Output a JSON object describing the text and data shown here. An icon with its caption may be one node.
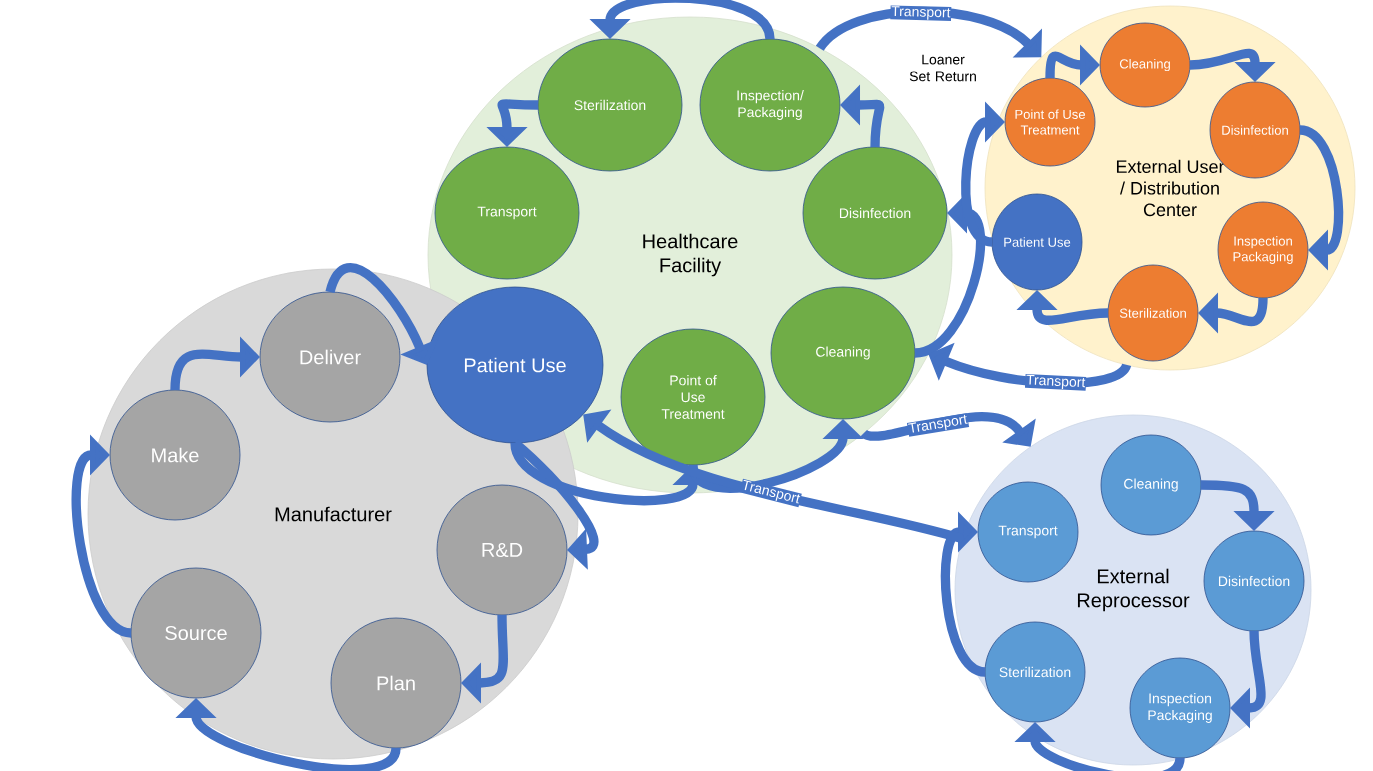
{
  "diagram": {
    "nodes": [
      {
        "text": [
          "Healthcare Facility"
        ]
      },
      {
        "text": [
          "Sterilization"
        ],
        "in": 0
      },
      {
        "text": [
          "Inspection/ Packaging"
        ],
        "in": 0
      },
      {
        "text": [
          "Transport"
        ],
        "in": 0
      },
      {
        "text": [
          "Disinfection"
        ],
        "in": 0
      },
      {
        "text": [
          "Patient Use"
        ],
        "in": 0
      },
      {
        "text": [
          "Cleaning"
        ],
        "in": 0
      },
      {
        "text": [
          "Point of Use Treatment"
        ],
        "in": 0
      },
      {
        "text": [
          "External User / Distribution Center"
        ]
      },
      {
        "text": [
          "Cleaning"
        ],
        "in": 8
      },
      {
        "text": [
          "Point of Use Treatment"
        ],
        "in": 8
      },
      {
        "text": [
          "Disinfection"
        ],
        "in": 8
      },
      {
        "text": [
          "Patient Use"
        ],
        "in": 8
      },
      {
        "text": [
          "Inspection Packaging"
        ],
        "in": 8
      },
      {
        "text": [
          "Sterilization"
        ],
        "in": 8
      },
      {
        "text": [
          "Manufacturer"
        ]
      },
      {
        "text": [
          "Deliver"
        ],
        "in": 15
      },
      {
        "text": [
          "Make"
        ],
        "in": 15
      },
      {
        "text": [
          "R&D"
        ],
        "in": 15
      },
      {
        "text": [
          "Source"
        ],
        "in": 15
      },
      {
        "text": [
          "Plan"
        ],
        "in": 15
      },
      {
        "text": [
          "External Reprocessor"
        ]
      },
      {
        "text": [
          "Cleaning"
        ],
        "in": 21
      },
      {
        "text": [
          "Transport"
        ],
        "in": 21
      },
      {
        "text": [
          "Disinfection"
        ],
        "in": 21
      },
      {
        "text": [
          "Sterilization"
        ],
        "in": 21
      },
      {
        "text": [
          "Inspection Packaging"
        ],
        "in": 21
      }
    ],
    "edges": [
      {
        "from": 5,
        "to": 7,
        "arrow": "to"
      },
      {
        "from": 7,
        "to": 6,
        "arrow": "to"
      },
      {
        "from": 6,
        "to": 4,
        "arrow": "to"
      },
      {
        "from": 4,
        "to": 2,
        "arrow": "to"
      },
      {
        "from": 2,
        "to": 1,
        "arrow": "to"
      },
      {
        "from": 1,
        "to": 3,
        "arrow": "to"
      },
      {
        "from": 16,
        "to": 5,
        "arrow": "to"
      },
      {
        "from": 5,
        "to": 18,
        "arrow": "to"
      },
      {
        "from": 18,
        "to": 20,
        "arrow": "to"
      },
      {
        "from": 20,
        "to": 19,
        "arrow": "to"
      },
      {
        "from": 19,
        "to": 17,
        "arrow": "to"
      },
      {
        "from": 17,
        "to": 16,
        "arrow": "to"
      },
      {
        "from": 10,
        "to": 9,
        "arrow": "to"
      },
      {
        "from": 9,
        "to": 11,
        "arrow": "to"
      },
      {
        "from": 11,
        "to": 13,
        "arrow": "to"
      },
      {
        "from": 13,
        "to": 14,
        "arrow": "to"
      },
      {
        "from": 14,
        "to": 12,
        "arrow": "to"
      },
      {
        "from": 12,
        "to": 10,
        "arrow": "to"
      },
      {
        "from": 22,
        "to": 24,
        "arrow": "to"
      },
      {
        "from": 24,
        "to": 26,
        "arrow": "to"
      },
      {
        "from": 26,
        "to": 25,
        "arrow": "to"
      },
      {
        "from": 25,
        "to": 23,
        "arrow": "to"
      },
      {
        "from": 0,
        "to": 8,
        "arrow": "to",
        "label": "Transport"
      },
      {
        "from": 8,
        "to": 0,
        "arrow": "to",
        "label": "Transport"
      },
      {
        "from": 0,
        "to": 21,
        "arrow": "to",
        "label": "Transport"
      },
      {
        "from": 21,
        "to": 5,
        "arrow": "to",
        "label": "Transport"
      }
    ],
    "labels": [
      "Loaner Set Return"
    ]
  }
}
